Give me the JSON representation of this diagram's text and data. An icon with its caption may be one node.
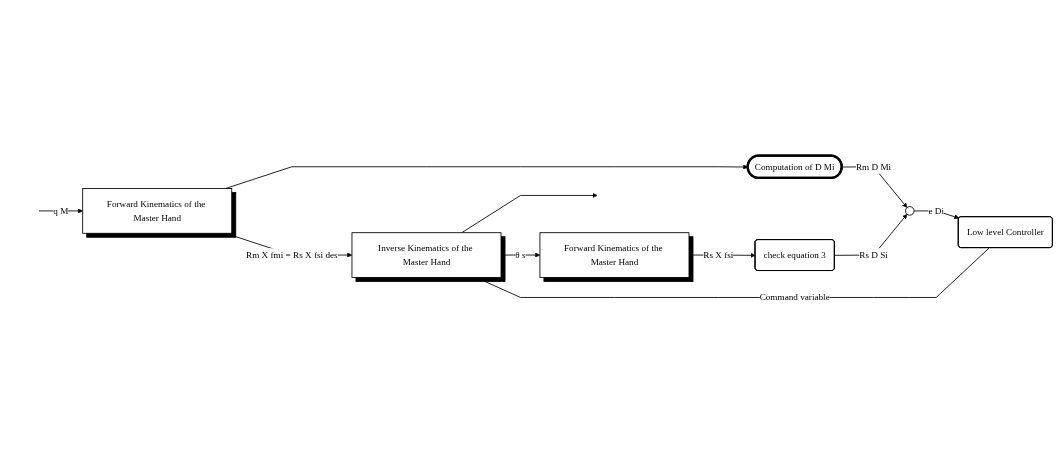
{
  "diagram": {
    "nodes": [
      {
        "text": [
          "Forward Kinematics of the Master Hand"
        ]
      },
      {
        "text": [
          "Computation of D Mi"
        ]
      },
      {
        "text": [
          "Inverse Kinematics of the Master Hand"
        ]
      },
      {
        "text": [],
        "shape": "circle"
      },
      {
        "text": [
          "Low level Controller"
        ]
      },
      {
        "text": [
          "Forward Kinematics of the Master Hand"
        ]
      },
      {
        "text": [
          "check equation 3"
        ]
      }
    ],
    "edges": [
      {
        "from": null,
        "to": 0,
        "arrow": "to",
        "label": "q M"
      },
      {
        "from": 0,
        "to": 2,
        "arrow": "to",
        "label": "Rm X fmi = Rs X fsi des"
      },
      {
        "from": 0,
        "to": 1,
        "arrow": "to"
      },
      {
        "from": 1,
        "to": 3,
        "arrow": "to",
        "label": "Rm D Mi"
      },
      {
        "from": 3,
        "to": 4,
        "arrow": "to",
        "label": "e Di"
      },
      {
        "from": 4,
        "to": 2,
        "arrow": "none",
        "label": "Command variable"
      },
      {
        "from": 2,
        "to": null,
        "arrow": "to"
      },
      {
        "from": 2,
        "to": 5,
        "arrow": "to",
        "label": "θ s"
      },
      {
        "from": 5,
        "to": 6,
        "arrow": "to",
        "label": "Rs X fsi"
      },
      {
        "from": 6,
        "to": 3,
        "arrow": "to",
        "label": "Rs D Si"
      }
    ]
  }
}
